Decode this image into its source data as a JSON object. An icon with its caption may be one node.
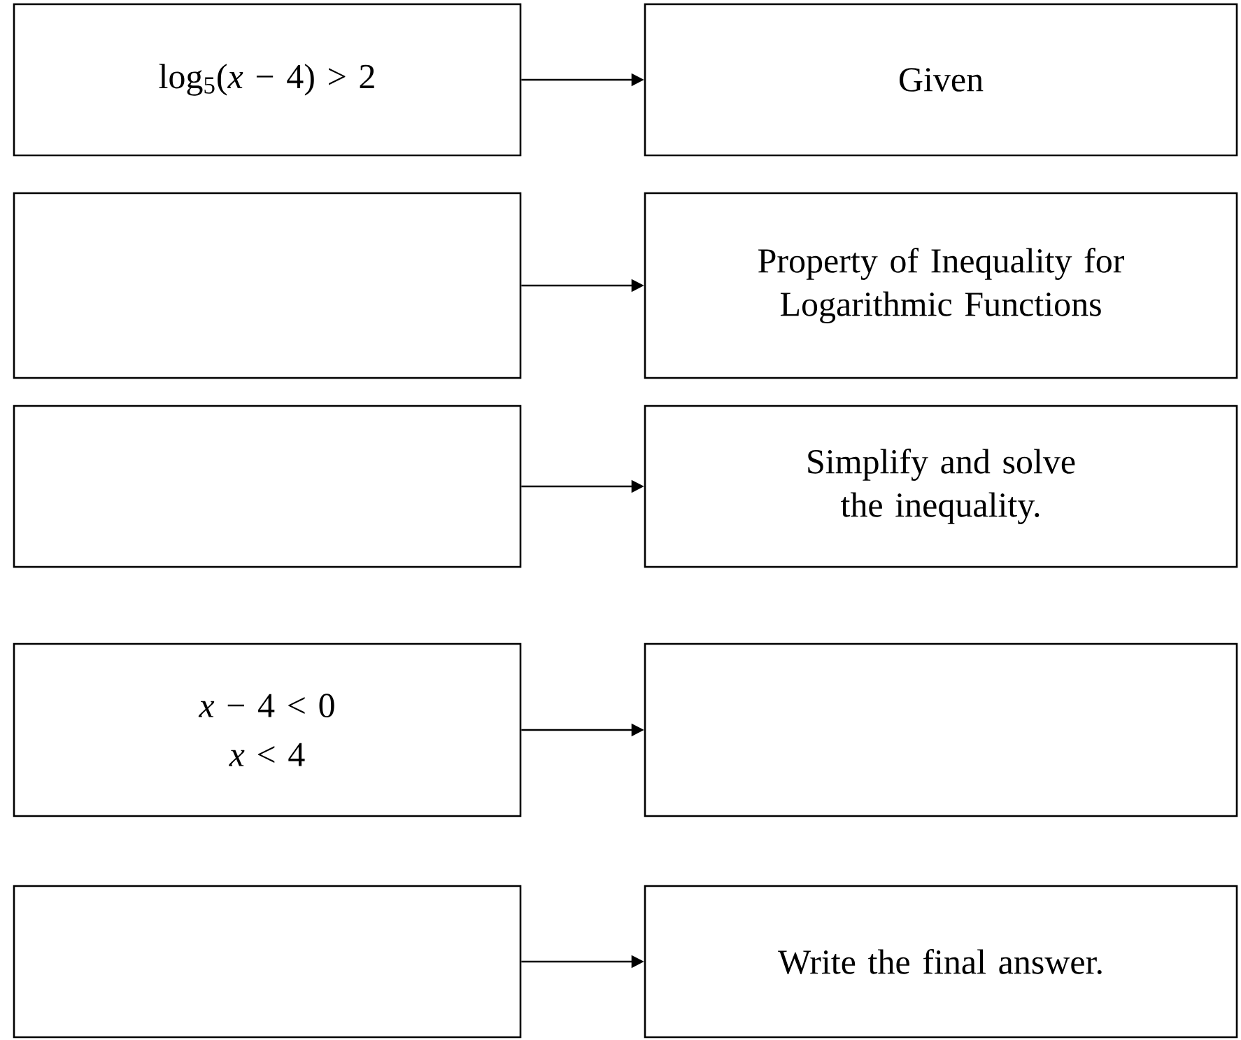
{
  "diagram": {
    "nodes": [
      {
        "text": [
          "log$_{5}$(*x* − 4) > 2"
        ]
      },
      {
        "text": [
          "Given"
        ]
      },
      {
        "text": [],
        "shape": "box"
      },
      {
        "text": [
          "Property of Inequality for Logarithmic Functions"
        ]
      },
      {
        "text": [],
        "shape": "box"
      },
      {
        "text": [
          "Simplify and solve the inequality."
        ]
      },
      {
        "text": [
          "*x* − 4 < 0",
          "*x* < 4"
        ]
      },
      {
        "text": [],
        "shape": "box"
      },
      {
        "text": [],
        "shape": "box"
      },
      {
        "text": [
          "Write the final answer."
        ]
      }
    ],
    "edges": [
      {
        "from": 0,
        "to": 1,
        "arrow": "to"
      },
      {
        "from": 2,
        "to": 3,
        "arrow": "to"
      },
      {
        "from": 4,
        "to": 5,
        "arrow": "to"
      },
      {
        "from": 6,
        "to": 7,
        "arrow": "to"
      },
      {
        "from": 8,
        "to": 9,
        "arrow": "to"
      }
    ]
  }
}
